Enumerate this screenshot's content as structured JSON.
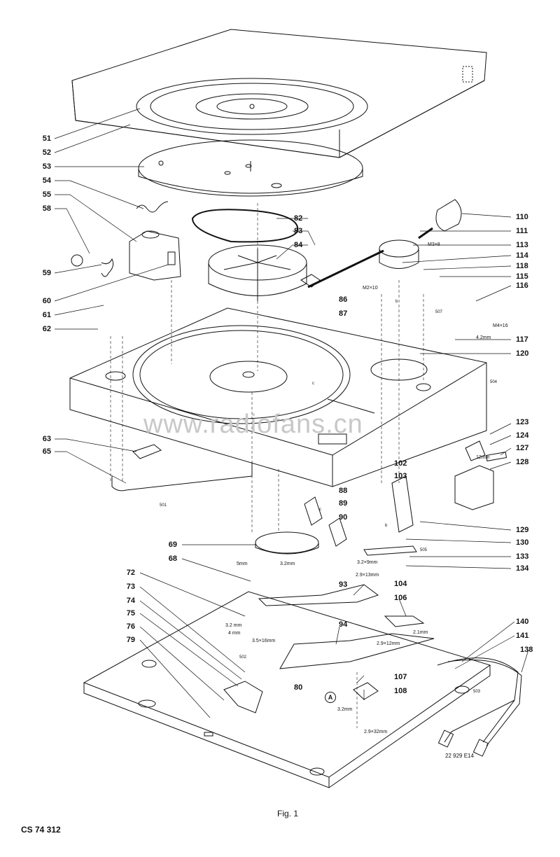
{
  "watermark": "www.radiofans.cn",
  "caption": "Fig. 1",
  "document_code": "CS 74 312",
  "drawing_number": "22 929 E14",
  "callout_A": "A",
  "part_labels": {
    "p51": "51",
    "p52": "52",
    "p53": "53",
    "p54": "54",
    "p55": "55",
    "p58": "58",
    "p59": "59",
    "p60": "60",
    "p61": "61",
    "p62": "62",
    "p63": "63",
    "p65": "65",
    "p68": "68",
    "p69": "69",
    "p72": "72",
    "p73": "73",
    "p74": "74",
    "p75": "75",
    "p76": "76",
    "p79": "79",
    "p80": "80",
    "p82": "82",
    "p83": "83",
    "p84": "84",
    "p86": "86",
    "p87": "87",
    "p88": "88",
    "p89": "89",
    "p90": "90",
    "p93": "93",
    "p94": "94",
    "p102": "102",
    "p103": "103",
    "p104": "104",
    "p106": "106",
    "p107": "107",
    "p108": "108",
    "p110": "110",
    "p111": "111",
    "p113": "113",
    "p114": "114",
    "p115": "115",
    "p116": "116",
    "p117": "117",
    "p118": "118",
    "p120": "120",
    "p123": "123",
    "p124": "124",
    "p127": "127",
    "p128": "128",
    "p129": "129",
    "p130": "130",
    "p133": "133",
    "p134": "134",
    "p138": "138",
    "p140": "140",
    "p141": "141"
  },
  "dimension_labels": {
    "m3x8": "M3×8",
    "m2x10": "M2×10",
    "m4x16": "M4×16",
    "d42mm": "4.2mm",
    "d12mm": "12mm",
    "d5mm": "5mm",
    "d32mm_a": "3.2mm",
    "d32x9": "3.2×9mm",
    "d29x13": "2.9×13mm",
    "d32mm_b": "3.2 mm",
    "d4mm": "4 mm",
    "d35x16": "3.5×16mm",
    "d29x12": "2.9×12mm",
    "d21mm": "2.1mm",
    "d32mm_c": "3.2mm",
    "d29x32": "2.9×32mm"
  },
  "reference_marks": {
    "r501": "501",
    "r502": "502",
    "r503": "503",
    "r504": "504",
    "r505": "505",
    "r507": "507",
    "b1": "b",
    "b2": "b",
    "c1": "c",
    "c2": "c"
  }
}
